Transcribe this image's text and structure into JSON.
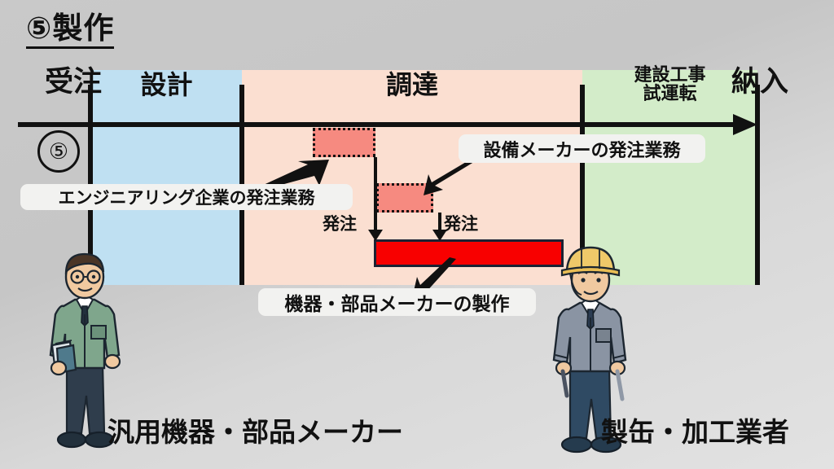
{
  "slide": {
    "title": "⑤製作",
    "row_marker": "⑤"
  },
  "timeline": {
    "phases": [
      {
        "id": "juchu",
        "label": "受注",
        "color": "#c9c9c9"
      },
      {
        "id": "sekkei",
        "label": "設計",
        "color": "#bfe0f2"
      },
      {
        "id": "chotatsu",
        "label": "調達",
        "color": "#fbdfd1"
      },
      {
        "id": "kensetsu",
        "label": "建設工事\n試運転",
        "label_line1": "建設工事",
        "label_line2": "試運転",
        "color": "#d3ecc9"
      },
      {
        "id": "nounyu",
        "label": "納入",
        "color": "#c9c9c9"
      }
    ],
    "axis_direction": "left-to-right"
  },
  "bars": [
    {
      "id": "bar-eng",
      "name": "エンジニアリング企業の発注業務",
      "style": "dotted-outline",
      "fill": "#f68a80"
    },
    {
      "id": "bar-equip",
      "name": "設備メーカーの発注業務",
      "style": "dotted-outline",
      "fill": "#f68a80"
    },
    {
      "id": "bar-maker",
      "name": "機器・部品メーカーの製作",
      "style": "solid-outline",
      "fill": "#f80000"
    }
  ],
  "connectors": [
    {
      "id": "order-1",
      "label": "発注"
    },
    {
      "id": "order-2",
      "label": "発注"
    }
  ],
  "callouts": [
    {
      "id": "callout-eng",
      "text": "エンジニアリング企業の発注業務"
    },
    {
      "id": "callout-equip",
      "text": "設備メーカーの発注業務"
    },
    {
      "id": "callout-maker",
      "text": "機器・部品メーカーの製作"
    }
  ],
  "captions": [
    {
      "id": "caption-left",
      "text": "汎用機器・部品メーカー"
    },
    {
      "id": "caption-right",
      "text": "製缶・加工業者"
    }
  ],
  "colors": {
    "design_band": "#bfe0f2",
    "procure_band": "#fbdfd1",
    "construct_band": "#d3ecc9",
    "bar_light_red": "#f68a80",
    "bar_red": "#f80000",
    "line": "#111111",
    "callout_bg": "#f2f2f0",
    "background": "#c9c9c9"
  }
}
